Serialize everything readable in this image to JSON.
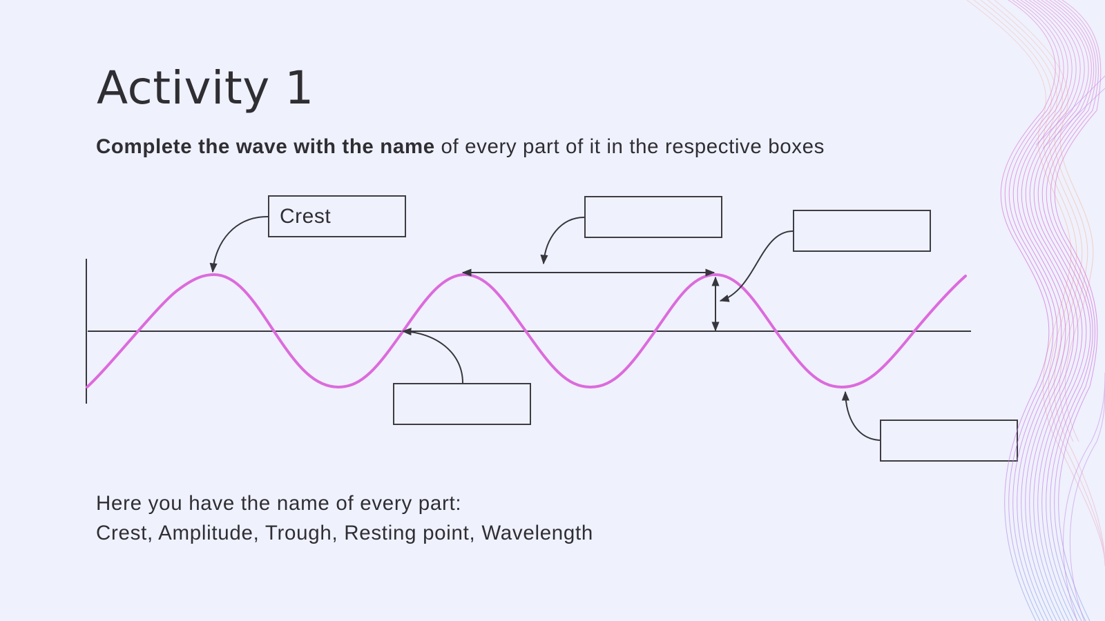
{
  "slide": {
    "title": "Activity 1",
    "subtitle_bold": "Complete the wave with the name",
    "subtitle_rest": " of every part of it in the respective boxes",
    "hint_line1": "Here you have the name of every part:",
    "hint_line2": "Crest, Amplitude, Trough, Resting point, Wavelength"
  },
  "diagram": {
    "wave_color": "#dc6bdc",
    "line_color": "#36363c",
    "boxes": [
      {
        "id": "crest",
        "value": "Crest",
        "points_to": "first crest"
      },
      {
        "id": "wavelength",
        "value": "",
        "points_to": "horizontal arrow between two crests"
      },
      {
        "id": "amplitude",
        "value": "",
        "points_to": "vertical arrow from rest line to crest"
      },
      {
        "id": "resting-point",
        "value": "",
        "points_to": "wave crossing the rest line"
      },
      {
        "id": "trough",
        "value": "",
        "points_to": "third trough"
      }
    ]
  },
  "colors": {
    "background": "#eff1fd",
    "text": "#2e2e33",
    "accent_pink": "#dc6bdc",
    "accent_orange": "#f4b48c",
    "accent_blue": "#8fb4e8"
  }
}
